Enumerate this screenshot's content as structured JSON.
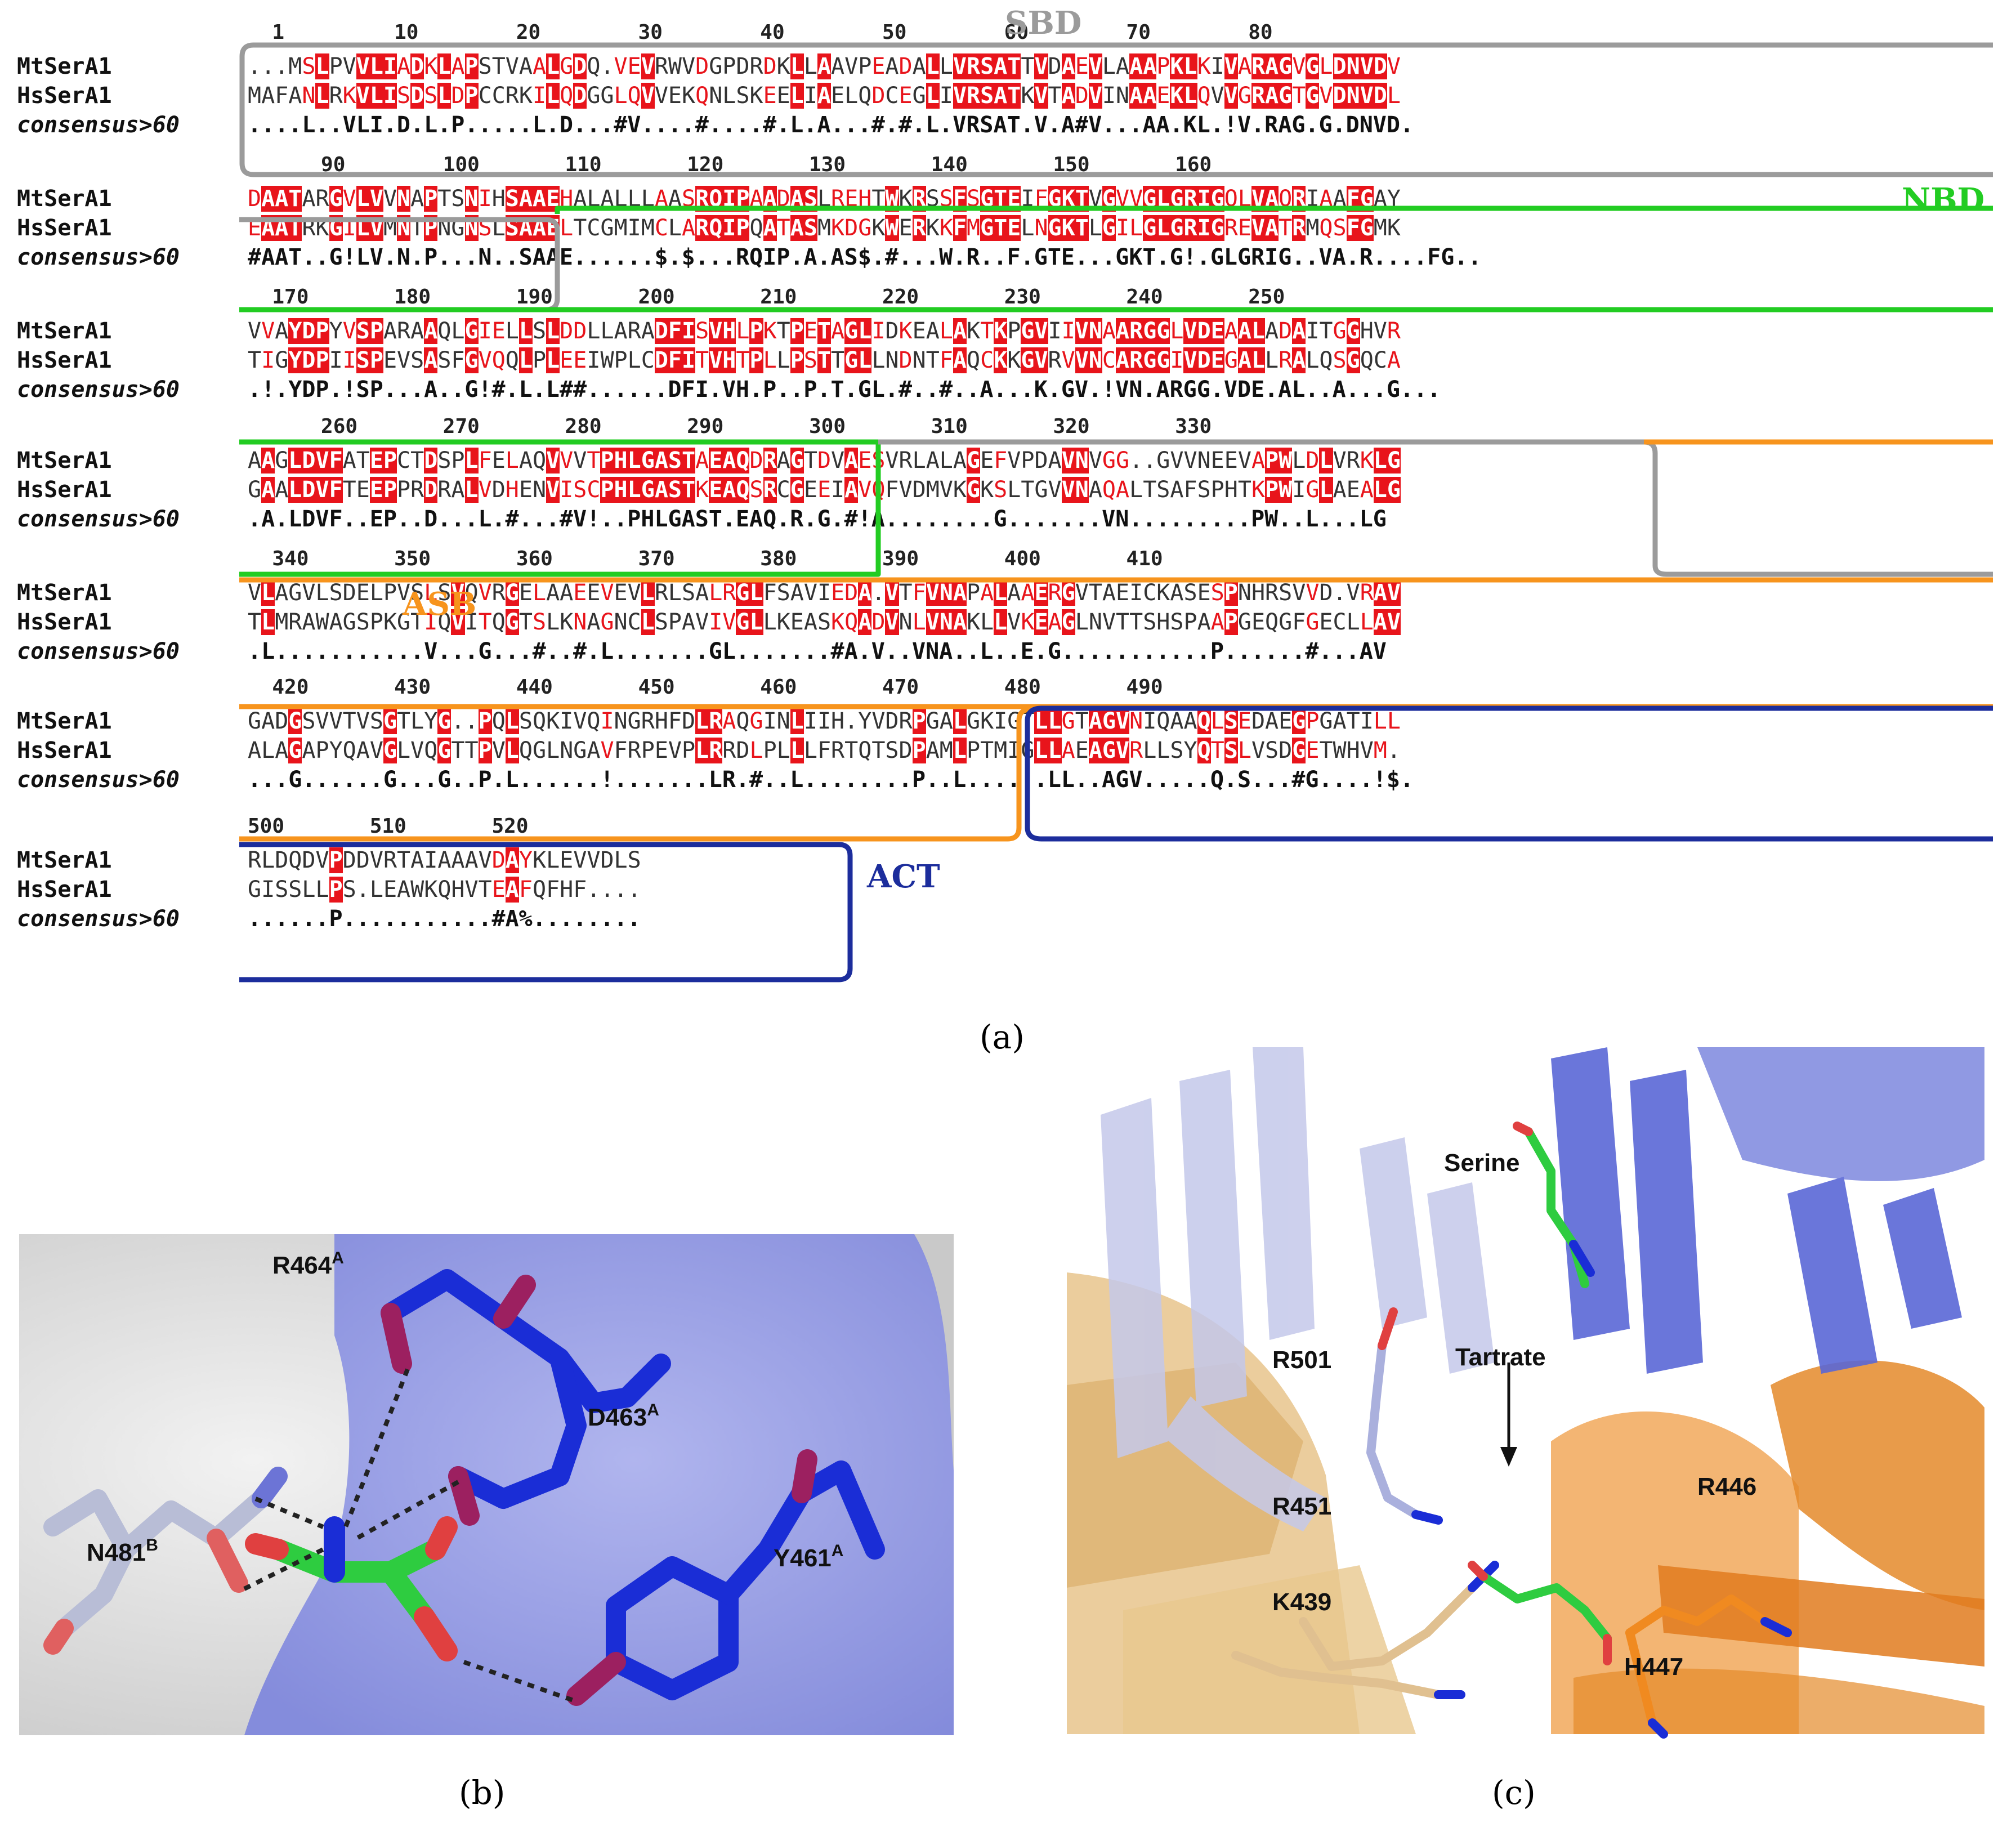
{
  "figure": {
    "caption_a": "(a)",
    "caption_b": "(b)",
    "caption_c": "(c)"
  },
  "domains": {
    "sbd": "SBD",
    "nbd": "NBD",
    "asb": "ASB",
    "act": "ACT",
    "colors": {
      "sbd": "#9b9b9b",
      "nbd": "#22cc22",
      "asb": "#f7941d",
      "act": "#1c2d9c"
    }
  },
  "alignment": {
    "row_labels": {
      "mt": "MtSerA1",
      "hs": "HsSerA1",
      "cons": "consensus>60"
    },
    "blocks": [
      {
        "ticks": "  1         10        20        30        40        50        60        70        80",
        "mt": "...MSLPVVLIADKLAPSTVAALGDQ.VEVRWVDGPDRDKLLAAVPEADALLVRSATTVDAEVLAAAPKLKIVARAGVGLDNVDV",
        "hs": "MAFANLRKVLISDSLDPCCRKILQDGGLQVVEKQNLSKEELIAELQDCEGLIVRSATKVTADVINAAEKLQVVGRAGTGVDNVDL",
        "cons": "....L..VLI.D.L.P.....L.D...#V....#....#.L.A...#.#.L.VRSAT.V.A#V...AA.KL.!V.RAG.G.DNVD."
      },
      {
        "ticks": "      90        100       110       120       130       140       150       160",
        "mt": "DAATARGVLVVNAPTSNIHSAAEHALALLLAASRQIPAADASLREHTWKRSSFSGTEIFGKTVGVVGLGRIGQLVAQRIAAFGAY",
        "hs": "EAATRKGILVMNTPNGNSLSAAELTCGMIMCLARQIPQATASMKDGKWERKKFMGTELNGKTLGILGLGRIGREVATRMQSFGMK",
        "cons": "#AAT..G!LV.N.P...N..SAAE......$.$...RQIP.A.AS$.#...W.R..F.GTE...GKT.G!.GLGRIG..VA.R....FG.."
      },
      {
        "ticks": "  170       180       190       200       210       220       230       240       250",
        "mt": "VVAYDPYVSPARAAQLGIELLSLDDLLARADFISVHLPKTPETAGLIDKEALAKTKPGVIIVNAARGGLVDEAALADAITGGHVR",
        "hs": "TIGYDPIISPEVSASFGVQQLPLEEIWPLCDFITVHTPLLPSTTGLLNDNTFAQCKKGVRVVNCARGGIVDEGALLRALQSGQCA",
        "cons": ".!.YDP.!SP...A..G!#.L.L##......DFI.VH.P..P.T.GL.#..#..A...K.GV.!VN.ARGG.VDE.AL..A...G..."
      },
      {
        "ticks": "      260       270       280       290       300       310       320       330",
        "mt": "AAGLDVFATEPCTDSPLFELAQVVVTPHLGASTAEAQDRAGTDVAESVRLALAGEFVPDAVNVGG..GVVNEEVAPWLDLVRKLG",
        "hs": "GAALDVFTEEPPRDRALVDHENVISCPHLGASTKEAQSRCGEEIAVQFVDMVKGKSLTGVVNAQALTSAFSPHTKPWIGLAEALG",
        "cons": ".A.LDVF..EP..D...L.#...#V!..PHLGAST.EAQ.R.G.#!A........G.......VN.........PW..L...LG"
      },
      {
        "ticks": "  340       350       360       370       380       390       400       410",
        "mt": "VLAGVLSDELPVSLSVQVRGELAAEEVEVLRLSALRGLFSAVIEDA.VTFVNAPALAAERGVTAEICKASESPNHRSVVD.VRAV",
        "hs": "TLMRAWAGSPKGTIQVITQGTSLKNAGNCLSPAVIVGLLKEASKQADVNLVNAKLLVKEAGLNVTTSHSPAAPGEQGFGECLLAV",
        "cons": ".L...........V...G...#..#.L.......GL.......#A.V..VNA..L..E.G...........P......#...AV"
      },
      {
        "ticks": "  420       430       440       450       460       470       480       490",
        "mt": "GADGSVVTVSGTLYG..PQLSQKIVQINGRHFDLRAQGINLIIH.YVDRPGALGKIGTLLGTAGVNIQAAQLSEDAEGPGATILL",
        "hs": "ALAGAPYQAVGLVQGTTPVLQGLNGAVFRPEVPLRRDLPLLLFRTQTSDPAMLPTMIGLLAEAGVRLLSYQTSLVSDGETWHVM.",
        "cons": "...G......G...G..P.L......!.......LR.#..L........P..L......LL..AGV.....Q.S...#G....!$."
      },
      {
        "ticks": "500       510       520",
        "mt": "RLDQDVPDDVRTAIAAAVDAYKLEVVDLS",
        "hs": "GISSLLPS.LEAWKQHVTEAFQFHF....",
        "cons": "......P...........#A%........"
      }
    ]
  },
  "panel_b": {
    "labels": {
      "r464": "R464",
      "r464_sup": "A",
      "d463": "D463",
      "d463_sup": "A",
      "y461": "Y461",
      "y461_sup": "A",
      "n481": "N481",
      "n481_sup": "B"
    }
  },
  "panel_c": {
    "labels": {
      "serine": "Serine",
      "r501": "R501",
      "tartrate": "Tartrate",
      "r451": "R451",
      "r446": "R446",
      "k439": "K439",
      "h447": "H447"
    }
  }
}
